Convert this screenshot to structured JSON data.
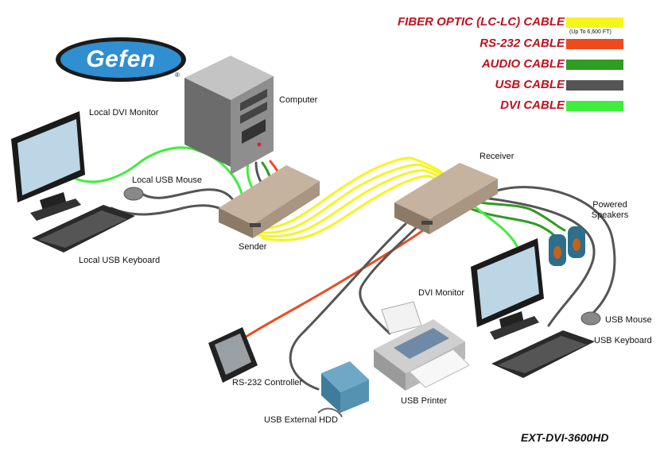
{
  "brand": {
    "logo_text": "Gefen",
    "registered_mark": "®"
  },
  "legend": [
    {
      "label": "FIBER OPTIC (LC-LC) CABLE",
      "color": "#f5f51e",
      "note": "(Up To 6,600 FT)"
    },
    {
      "label": "RS-232 CABLE",
      "color": "#ee4a1e",
      "note": ""
    },
    {
      "label": "AUDIO CABLE",
      "color": "#2f9c22",
      "note": ""
    },
    {
      "label": "USB CABLE",
      "color": "#555555",
      "note": ""
    },
    {
      "label": "DVI CABLE",
      "color": "#3fee3c",
      "note": ""
    }
  ],
  "devices": {
    "computer": "Computer",
    "local_dvi_monitor": "Local DVI Monitor",
    "local_usb_mouse": "Local USB Mouse",
    "local_usb_keyboard": "Local USB Keyboard",
    "sender": "Sender",
    "receiver": "Receiver",
    "powered_speakers_line1": "Powered",
    "powered_speakers_line2": "Speakers",
    "dvi_monitor": "DVI  Monitor",
    "usb_mouse": "USB Mouse",
    "usb_keyboard": "USB Keyboard",
    "rs232_controller": "RS-232 Controller",
    "usb_printer": "USB Printer",
    "usb_external_hdd": "USB External HDD"
  },
  "model": "EXT-DVI-3600HD",
  "colors": {
    "fiber": "#f5f51e",
    "rs232": "#ee4a1e",
    "audio": "#2f9c22",
    "usb": "#555555",
    "dvi": "#3fee3c",
    "box": "#a89582",
    "logo_fill": "#2f8fd0"
  }
}
